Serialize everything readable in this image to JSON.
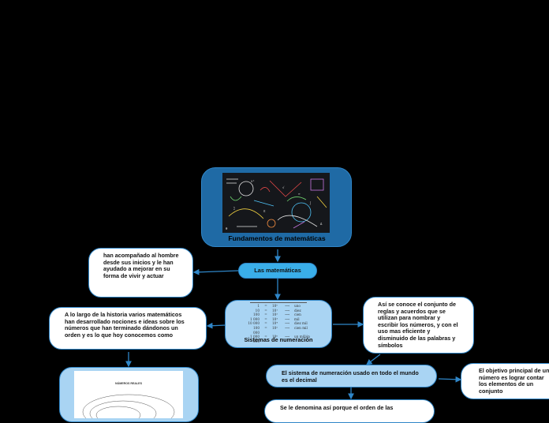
{
  "nodes": {
    "root": "Fundamentos de matemáticas",
    "las_matematicas": "Las matemáticas",
    "acompanado": "han acompañado al hombre desde sus inicios y le han ayudado a mejorar en su forma de vivir y actuar",
    "sistemas": "Sistemas de numeración",
    "historia": "A lo largo de la historia varios matemáticos han desarrollado nociones e ideas sobre los números que han terminado dándonos un orden y es lo que hoy conocemos como",
    "conjunto_reglas": "Así se conoce el conjunto de reglas y acuerdos que se utilizan para nombrar y escribir los números, y con el uso mas eficiente y disminuido de las palabras y símbolos",
    "sistema_usado": "El sistema de numeración usado en todo el mundo es el decimal",
    "objetivo": "El objetivo principal de un número es lograr contar los elementos de un conjunto",
    "denomina": "Se le denomina así porque el orden de las"
  },
  "decimal_table": [
    [
      "1",
      "=",
      "10⁰",
      "⟶",
      "uno"
    ],
    [
      "10",
      "=",
      "10¹",
      "⟶",
      "diez"
    ],
    [
      "100",
      "=",
      "10²",
      "⟶",
      "cien"
    ],
    [
      "1 000",
      "=",
      "10³",
      "⟶",
      "mil"
    ],
    [
      "10 000",
      "=",
      "10⁴",
      "⟶",
      "diez mil"
    ],
    [
      "100 000",
      "=",
      "10⁵",
      "⟶",
      "cien mil"
    ],
    [
      "1 000 000",
      "=",
      "10⁶",
      "⟶",
      "un millón"
    ]
  ],
  "image_caption": "NÚMEROS REALES",
  "colors": {
    "background": "#000000",
    "root": "#1f6aa5",
    "accent": "#3aaee9",
    "light": "#a9d4f3",
    "border": "#2f86c8",
    "link": "#2f86c8"
  }
}
